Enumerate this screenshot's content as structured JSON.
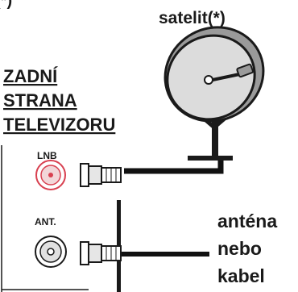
{
  "top_marker": "(*)",
  "satellite_label": "satelit(*)",
  "tv_rear_heading": [
    "ZADNÍ",
    "STRANA",
    "TELEVIZORU"
  ],
  "lnb_port_label": "LNB",
  "ant_port_label": "ANT.",
  "antenna_cable_label": [
    "anténa",
    "nebo",
    "kabel"
  ],
  "colors": {
    "ink": "#1a1a1a",
    "dish_fill": "#dcdcdc",
    "lnb_accent": "#d84050",
    "cable": "#111111"
  }
}
